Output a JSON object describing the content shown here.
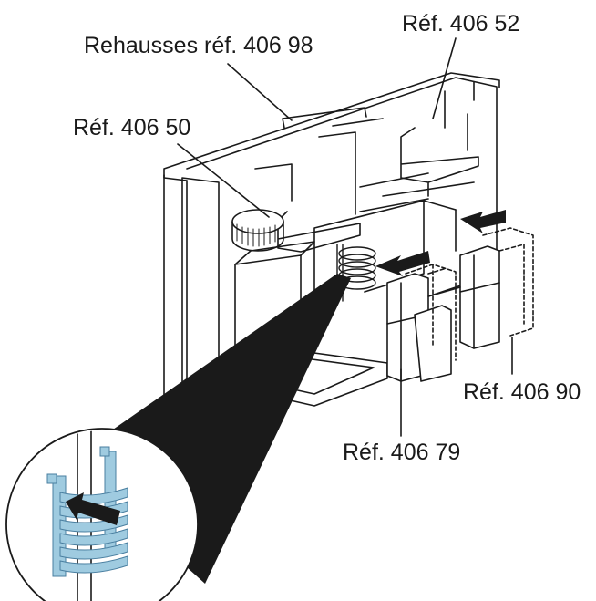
{
  "labels": {
    "rehausses": "Rehausses réf. 406 98",
    "ref_40652": "Réf. 406 52",
    "ref_40650": "Réf. 406 50",
    "ref_40690": "Réf. 406 90",
    "ref_40679": "Réf. 406 79"
  },
  "colors": {
    "line": "#1a1a1a",
    "accent_blue": "#9fcbe0",
    "accent_blue_dark": "#4a7fa0",
    "background": "#ffffff"
  }
}
